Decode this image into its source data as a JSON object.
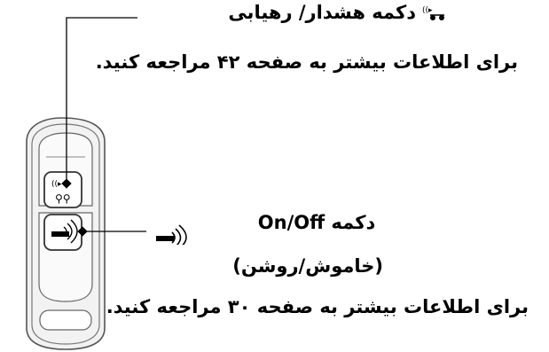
{
  "labels": {
    "alarm_title": "دکمه هشدار/ رهیابی",
    "alarm_ref": "برای اطلاعات بیشتر به صفحه ۴۲ مراجعه کنید.",
    "onoff_title": "دکمه On/Off",
    "onoff_sub": "(خاموش/روشن)",
    "onoff_ref": "برای اطلاعات بیشتر به صفحه ۳۰ مراجعه کنید."
  },
  "icons": {
    "alarm": "alarm-locate-icon",
    "onoff": "remote-onoff-icon"
  },
  "colors": {
    "line": "#000000",
    "body_fill": "#f2f2f2",
    "outline": "#555555"
  }
}
